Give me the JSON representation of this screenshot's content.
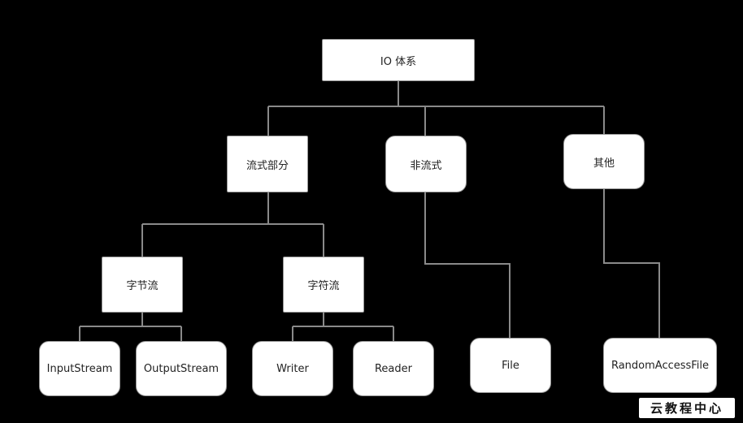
{
  "root": "IO 体系",
  "level1": {
    "stream": "流式部分",
    "nonstream": "非流式",
    "other": "其他"
  },
  "level2": {
    "byte": "字节流",
    "char": "字符流"
  },
  "leaves": {
    "input": "InputStream",
    "output": "OutputStream",
    "writer": "Writer",
    "reader": "Reader",
    "file": "File",
    "raf": "RandomAccessFile"
  },
  "watermark": "云教程中心",
  "colors": {
    "background": "#000000",
    "node_fill": "#ffffff",
    "line": "#8a8a8a"
  }
}
